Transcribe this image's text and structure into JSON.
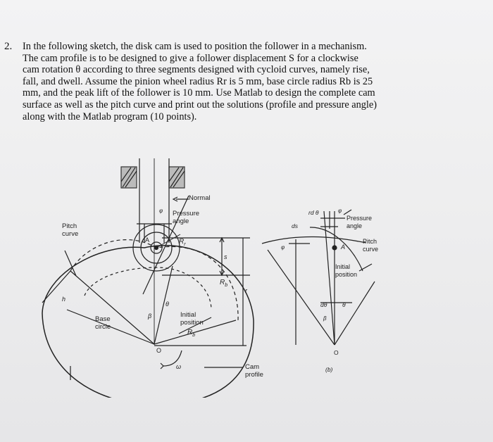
{
  "question": {
    "number": "2.",
    "lines": [
      "In the following sketch, the disk cam is used to position the follower in a mechanism.",
      "The cam profile is to be designed to give a follower displacement S for a clockwise",
      "cam rotation θ according to three segments designed with cycloid curves, namely rise,",
      "fall, and dwell. Assume the pinion wheel radius Rr is 5 mm, base circle radius Rb is 25",
      "mm, and the peak lift of the follower is 10 mm. Use Matlab to design the complete cam",
      "surface as well as the pitch curve and print out the solutions (profile and pressure angle)",
      "along with the Matlab program (10 points)."
    ]
  },
  "figure": {
    "normal": "Normal",
    "pressure_angle_left_1": "Pressure",
    "pressure_angle_left_2": "angle",
    "pitch_curve_left_1": "Pitch",
    "pitch_curve_left_2": "curve",
    "rr": "R",
    "rr_sub": "r",
    "a_left": "A",
    "rb_upper": "R",
    "rb_upper_sub": "b",
    "base_circle_1": "Base",
    "base_circle_2": "circle",
    "initial_position_left_1": "Initial",
    "initial_position_left_2": "position",
    "rb_lower": "R",
    "rb_lower_sub": "b",
    "o_left": "O",
    "omega": "ω",
    "cam_profile_1": "Cam",
    "cam_profile_2": "profile",
    "s_label": "s",
    "r_label": "r",
    "h_label": "h",
    "beta_label": "β",
    "theta_left": "θ",
    "phi_left": "φ",
    "rdtheta": "rd θ",
    "ds": "ds",
    "phi_right": "φ",
    "pressure_angle_right_1": "Pressure",
    "pressure_angle_right_2": "angle",
    "a_right": "A",
    "pitch_curve_right_1": "Pitch",
    "pitch_curve_right_2": "curve",
    "initial_position_right_1": "Initial",
    "initial_position_right_2": "position",
    "phi_small": "φ",
    "dtheta": "dθ",
    "theta_right": "θ",
    "beta_right": "β",
    "o_right": "O",
    "b_label": "(b)"
  }
}
